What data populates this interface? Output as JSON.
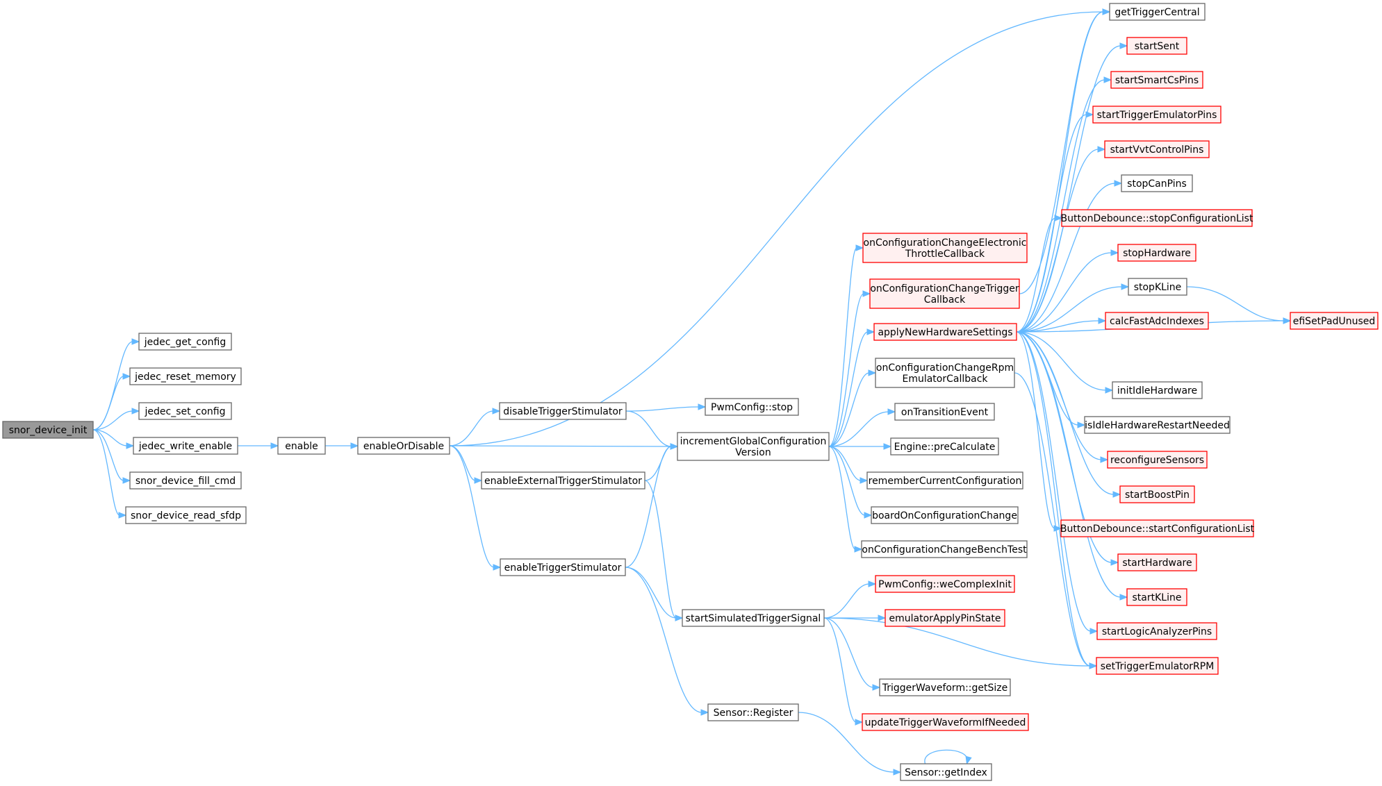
{
  "palette": {
    "edge": "#63b8ff",
    "root_fill": "#999999",
    "root_border": "#666666",
    "normal_fill": "#ffffff",
    "normal_border": "#666666",
    "red_fill": "#fff0f0",
    "red_border": "#ff0000"
  },
  "nodes": [
    {
      "id": "snor_device_init",
      "lines": [
        "snor_device_init"
      ],
      "kind": "root"
    },
    {
      "id": "jedec_get_config",
      "lines": [
        "jedec_get_config"
      ],
      "kind": "normal"
    },
    {
      "id": "jedec_reset_memory",
      "lines": [
        "jedec_reset_memory"
      ],
      "kind": "normal"
    },
    {
      "id": "jedec_set_config",
      "lines": [
        "jedec_set_config"
      ],
      "kind": "normal"
    },
    {
      "id": "jedec_write_enable",
      "lines": [
        "jedec_write_enable"
      ],
      "kind": "normal"
    },
    {
      "id": "snor_device_fill_cmd",
      "lines": [
        "snor_device_fill_cmd"
      ],
      "kind": "normal"
    },
    {
      "id": "snor_device_read_sfdp",
      "lines": [
        "snor_device_read_sfdp"
      ],
      "kind": "normal"
    },
    {
      "id": "enable",
      "lines": [
        "enable"
      ],
      "kind": "normal"
    },
    {
      "id": "enableOrDisable",
      "lines": [
        "enableOrDisable"
      ],
      "kind": "normal"
    },
    {
      "id": "disableTriggerStimulator",
      "lines": [
        "disableTriggerStimulator"
      ],
      "kind": "normal"
    },
    {
      "id": "enableExternalTriggerStimulator",
      "lines": [
        "enableExternalTriggerStimulator"
      ],
      "kind": "normal"
    },
    {
      "id": "enableTriggerStimulator",
      "lines": [
        "enableTriggerStimulator"
      ],
      "kind": "normal"
    },
    {
      "id": "PwmConfig_stop",
      "lines": [
        "PwmConfig::stop"
      ],
      "kind": "normal"
    },
    {
      "id": "incrementGlobalConfigurationVersion",
      "lines": [
        "incrementGlobalConfiguration",
        "Version"
      ],
      "kind": "normal"
    },
    {
      "id": "startSimulatedTriggerSignal",
      "lines": [
        "startSimulatedTriggerSignal"
      ],
      "kind": "normal"
    },
    {
      "id": "Sensor_Register",
      "lines": [
        "Sensor::Register"
      ],
      "kind": "normal"
    },
    {
      "id": "Sensor_getIndex",
      "lines": [
        "Sensor::getIndex"
      ],
      "kind": "normal"
    },
    {
      "id": "onConfigurationChangeElectronicThrottleCallback",
      "lines": [
        "onConfigurationChangeElectronic",
        "ThrottleCallback"
      ],
      "kind": "red"
    },
    {
      "id": "onConfigurationChangeTriggerCallback",
      "lines": [
        "onConfigurationChangeTrigger",
        "Callback"
      ],
      "kind": "red"
    },
    {
      "id": "applyNewHardwareSettings",
      "lines": [
        "applyNewHardwareSettings"
      ],
      "kind": "red"
    },
    {
      "id": "onConfigurationChangeRpmEmulatorCallback",
      "lines": [
        "onConfigurationChangeRpm",
        "EmulatorCallback"
      ],
      "kind": "normal"
    },
    {
      "id": "onTransitionEvent",
      "lines": [
        "onTransitionEvent"
      ],
      "kind": "normal"
    },
    {
      "id": "Engine_preCalculate",
      "lines": [
        "Engine::preCalculate"
      ],
      "kind": "normal"
    },
    {
      "id": "rememberCurrentConfiguration",
      "lines": [
        "rememberCurrentConfiguration"
      ],
      "kind": "normal"
    },
    {
      "id": "boardOnConfigurationChange",
      "lines": [
        "boardOnConfigurationChange"
      ],
      "kind": "normal"
    },
    {
      "id": "onConfigurationChangeBenchTest",
      "lines": [
        "onConfigurationChangeBenchTest"
      ],
      "kind": "normal"
    },
    {
      "id": "PwmConfig_weComplexInit",
      "lines": [
        "PwmConfig::weComplexInit"
      ],
      "kind": "red"
    },
    {
      "id": "emulatorApplyPinState",
      "lines": [
        "emulatorApplyPinState"
      ],
      "kind": "red"
    },
    {
      "id": "TriggerWaveform_getSize",
      "lines": [
        "TriggerWaveform::getSize"
      ],
      "kind": "normal"
    },
    {
      "id": "updateTriggerWaveformIfNeeded",
      "lines": [
        "updateTriggerWaveformIfNeeded"
      ],
      "kind": "red"
    },
    {
      "id": "getTriggerCentral",
      "lines": [
        "getTriggerCentral"
      ],
      "kind": "normal"
    },
    {
      "id": "startSent",
      "lines": [
        "startSent"
      ],
      "kind": "red"
    },
    {
      "id": "startSmartCsPins",
      "lines": [
        "startSmartCsPins"
      ],
      "kind": "red"
    },
    {
      "id": "startTriggerEmulatorPins",
      "lines": [
        "startTriggerEmulatorPins"
      ],
      "kind": "red"
    },
    {
      "id": "startVvtControlPins",
      "lines": [
        "startVvtControlPins"
      ],
      "kind": "red"
    },
    {
      "id": "stopCanPins",
      "lines": [
        "stopCanPins"
      ],
      "kind": "normal"
    },
    {
      "id": "ButtonDebounce_stopConfigurationList",
      "lines": [
        "ButtonDebounce::stopConfigurationList"
      ],
      "kind": "red"
    },
    {
      "id": "stopHardware",
      "lines": [
        "stopHardware"
      ],
      "kind": "red"
    },
    {
      "id": "stopKLine",
      "lines": [
        "stopKLine"
      ],
      "kind": "normal"
    },
    {
      "id": "calcFastAdcIndexes",
      "lines": [
        "calcFastAdcIndexes"
      ],
      "kind": "red"
    },
    {
      "id": "efiSetPadUnused",
      "lines": [
        "efiSetPadUnused"
      ],
      "kind": "red"
    },
    {
      "id": "initIdleHardware",
      "lines": [
        "initIdleHardware"
      ],
      "kind": "normal"
    },
    {
      "id": "isIdleHardwareRestartNeeded",
      "lines": [
        "isIdleHardwareRestartNeeded"
      ],
      "kind": "normal"
    },
    {
      "id": "reconfigureSensors",
      "lines": [
        "reconfigureSensors"
      ],
      "kind": "red"
    },
    {
      "id": "startBoostPin",
      "lines": [
        "startBoostPin"
      ],
      "kind": "red"
    },
    {
      "id": "ButtonDebounce_startConfigurationList",
      "lines": [
        "ButtonDebounce::startConfigurationList"
      ],
      "kind": "red"
    },
    {
      "id": "startHardware",
      "lines": [
        "startHardware"
      ],
      "kind": "red"
    },
    {
      "id": "startKLine",
      "lines": [
        "startKLine"
      ],
      "kind": "red"
    },
    {
      "id": "startLogicAnalyzerPins",
      "lines": [
        "startLogicAnalyzerPins"
      ],
      "kind": "red"
    },
    {
      "id": "setTriggerEmulatorRPM",
      "lines": [
        "setTriggerEmulatorRPM"
      ],
      "kind": "red"
    }
  ],
  "edges": [
    [
      "snor_device_init",
      "jedec_get_config"
    ],
    [
      "snor_device_init",
      "jedec_reset_memory"
    ],
    [
      "snor_device_init",
      "jedec_set_config"
    ],
    [
      "snor_device_init",
      "jedec_write_enable"
    ],
    [
      "snor_device_init",
      "snor_device_fill_cmd"
    ],
    [
      "snor_device_init",
      "snor_device_read_sfdp"
    ],
    [
      "jedec_write_enable",
      "enable"
    ],
    [
      "enable",
      "enableOrDisable"
    ],
    [
      "enableOrDisable",
      "getTriggerCentral"
    ],
    [
      "enableOrDisable",
      "disableTriggerStimulator"
    ],
    [
      "enableOrDisable",
      "incrementGlobalConfigurationVersion"
    ],
    [
      "enableOrDisable",
      "enableExternalTriggerStimulator"
    ],
    [
      "enableOrDisable",
      "enableTriggerStimulator"
    ],
    [
      "disableTriggerStimulator",
      "PwmConfig_stop"
    ],
    [
      "disableTriggerStimulator",
      "incrementGlobalConfigurationVersion"
    ],
    [
      "enableExternalTriggerStimulator",
      "incrementGlobalConfigurationVersion"
    ],
    [
      "enableExternalTriggerStimulator",
      "startSimulatedTriggerSignal"
    ],
    [
      "enableTriggerStimulator",
      "incrementGlobalConfigurationVersion"
    ],
    [
      "enableTriggerStimulator",
      "startSimulatedTriggerSignal"
    ],
    [
      "enableTriggerStimulator",
      "Sensor_Register"
    ],
    [
      "Sensor_Register",
      "Sensor_getIndex"
    ],
    [
      "Sensor_getIndex",
      "Sensor_getIndex"
    ],
    [
      "incrementGlobalConfigurationVersion",
      "onConfigurationChangeElectronicThrottleCallback"
    ],
    [
      "incrementGlobalConfigurationVersion",
      "onConfigurationChangeTriggerCallback"
    ],
    [
      "incrementGlobalConfigurationVersion",
      "applyNewHardwareSettings"
    ],
    [
      "incrementGlobalConfigurationVersion",
      "onConfigurationChangeRpmEmulatorCallback"
    ],
    [
      "incrementGlobalConfigurationVersion",
      "onTransitionEvent"
    ],
    [
      "incrementGlobalConfigurationVersion",
      "Engine_preCalculate"
    ],
    [
      "incrementGlobalConfigurationVersion",
      "rememberCurrentConfiguration"
    ],
    [
      "incrementGlobalConfigurationVersion",
      "boardOnConfigurationChange"
    ],
    [
      "incrementGlobalConfigurationVersion",
      "onConfigurationChangeBenchTest"
    ],
    [
      "onConfigurationChangeTriggerCallback",
      "getTriggerCentral"
    ],
    [
      "onConfigurationChangeRpmEmulatorCallback",
      "setTriggerEmulatorRPM"
    ],
    [
      "startSimulatedTriggerSignal",
      "PwmConfig_weComplexInit"
    ],
    [
      "startSimulatedTriggerSignal",
      "emulatorApplyPinState"
    ],
    [
      "startSimulatedTriggerSignal",
      "TriggerWaveform_getSize"
    ],
    [
      "startSimulatedTriggerSignal",
      "updateTriggerWaveformIfNeeded"
    ],
    [
      "startSimulatedTriggerSignal",
      "setTriggerEmulatorRPM"
    ],
    [
      "applyNewHardwareSettings",
      "getTriggerCentral"
    ],
    [
      "applyNewHardwareSettings",
      "startSent"
    ],
    [
      "applyNewHardwareSettings",
      "startSmartCsPins"
    ],
    [
      "applyNewHardwareSettings",
      "startTriggerEmulatorPins"
    ],
    [
      "applyNewHardwareSettings",
      "startVvtControlPins"
    ],
    [
      "applyNewHardwareSettings",
      "stopCanPins"
    ],
    [
      "applyNewHardwareSettings",
      "ButtonDebounce_stopConfigurationList"
    ],
    [
      "applyNewHardwareSettings",
      "stopHardware"
    ],
    [
      "applyNewHardwareSettings",
      "stopKLine"
    ],
    [
      "applyNewHardwareSettings",
      "calcFastAdcIndexes"
    ],
    [
      "applyNewHardwareSettings",
      "efiSetPadUnused"
    ],
    [
      "applyNewHardwareSettings",
      "initIdleHardware"
    ],
    [
      "applyNewHardwareSettings",
      "isIdleHardwareRestartNeeded"
    ],
    [
      "applyNewHardwareSettings",
      "reconfigureSensors"
    ],
    [
      "applyNewHardwareSettings",
      "startBoostPin"
    ],
    [
      "applyNewHardwareSettings",
      "ButtonDebounce_startConfigurationList"
    ],
    [
      "applyNewHardwareSettings",
      "startHardware"
    ],
    [
      "applyNewHardwareSettings",
      "startKLine"
    ],
    [
      "applyNewHardwareSettings",
      "startLogicAnalyzerPins"
    ],
    [
      "applyNewHardwareSettings",
      "setTriggerEmulatorRPM"
    ],
    [
      "stopKLine",
      "efiSetPadUnused"
    ]
  ]
}
